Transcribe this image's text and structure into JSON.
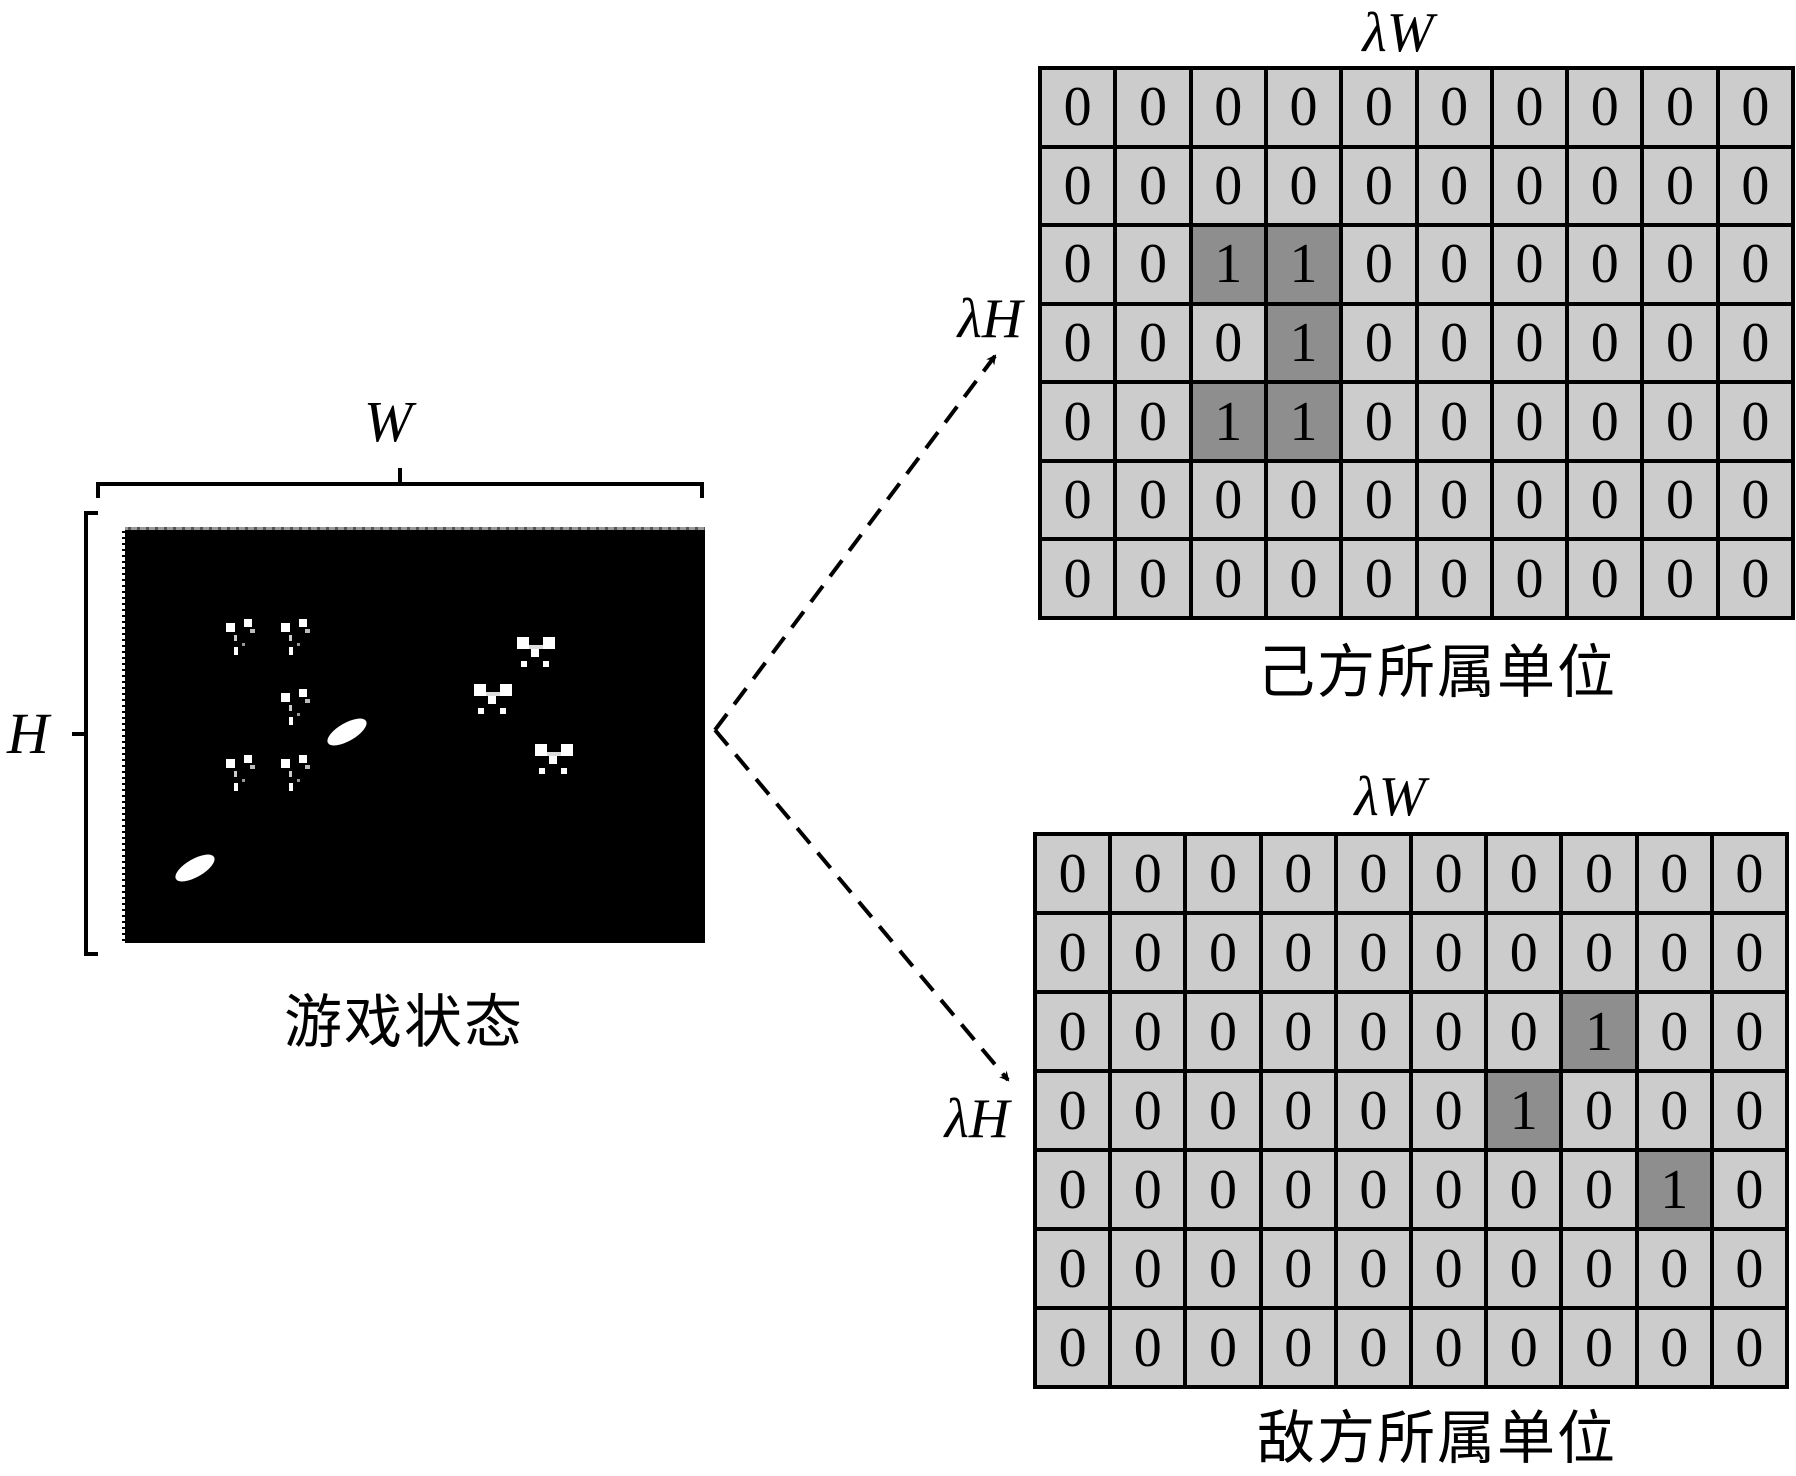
{
  "game_state": {
    "caption": "游戏状态",
    "width_label": "W",
    "height_label": "H",
    "friendly_units": [
      {
        "type": "friendly-unit"
      },
      {
        "type": "friendly-unit"
      },
      {
        "type": "friendly-unit"
      },
      {
        "type": "friendly-unit"
      },
      {
        "type": "friendly-unit"
      }
    ],
    "enemy_units": [
      {
        "type": "enemy-unit"
      },
      {
        "type": "enemy-unit"
      },
      {
        "type": "enemy-unit"
      }
    ],
    "projectiles": 2
  },
  "own_units_grid": {
    "caption": "己方所属单位",
    "width_label": "λW",
    "height_label": "λH",
    "rows": [
      [
        0,
        0,
        0,
        0,
        0,
        0,
        0,
        0,
        0,
        0
      ],
      [
        0,
        0,
        0,
        0,
        0,
        0,
        0,
        0,
        0,
        0
      ],
      [
        0,
        0,
        1,
        1,
        0,
        0,
        0,
        0,
        0,
        0
      ],
      [
        0,
        0,
        0,
        1,
        0,
        0,
        0,
        0,
        0,
        0
      ],
      [
        0,
        0,
        1,
        1,
        0,
        0,
        0,
        0,
        0,
        0
      ],
      [
        0,
        0,
        0,
        0,
        0,
        0,
        0,
        0,
        0,
        0
      ],
      [
        0,
        0,
        0,
        0,
        0,
        0,
        0,
        0,
        0,
        0
      ]
    ]
  },
  "enemy_units_grid": {
    "caption": "敌方所属单位",
    "width_label": "λW",
    "height_label": "λH",
    "rows": [
      [
        0,
        0,
        0,
        0,
        0,
        0,
        0,
        0,
        0,
        0
      ],
      [
        0,
        0,
        0,
        0,
        0,
        0,
        0,
        0,
        0,
        0
      ],
      [
        0,
        0,
        0,
        0,
        0,
        0,
        0,
        1,
        0,
        0
      ],
      [
        0,
        0,
        0,
        0,
        0,
        0,
        1,
        0,
        0,
        0
      ],
      [
        0,
        0,
        0,
        0,
        0,
        0,
        0,
        0,
        1,
        0
      ],
      [
        0,
        0,
        0,
        0,
        0,
        0,
        0,
        0,
        0,
        0
      ],
      [
        0,
        0,
        0,
        0,
        0,
        0,
        0,
        0,
        0,
        0
      ]
    ]
  },
  "colors": {
    "cell_empty": "#cccccc",
    "cell_occupied": "#8e8e8e",
    "grid_line": "#000000",
    "game_background": "#000000",
    "sprite": "#ffffff"
  }
}
